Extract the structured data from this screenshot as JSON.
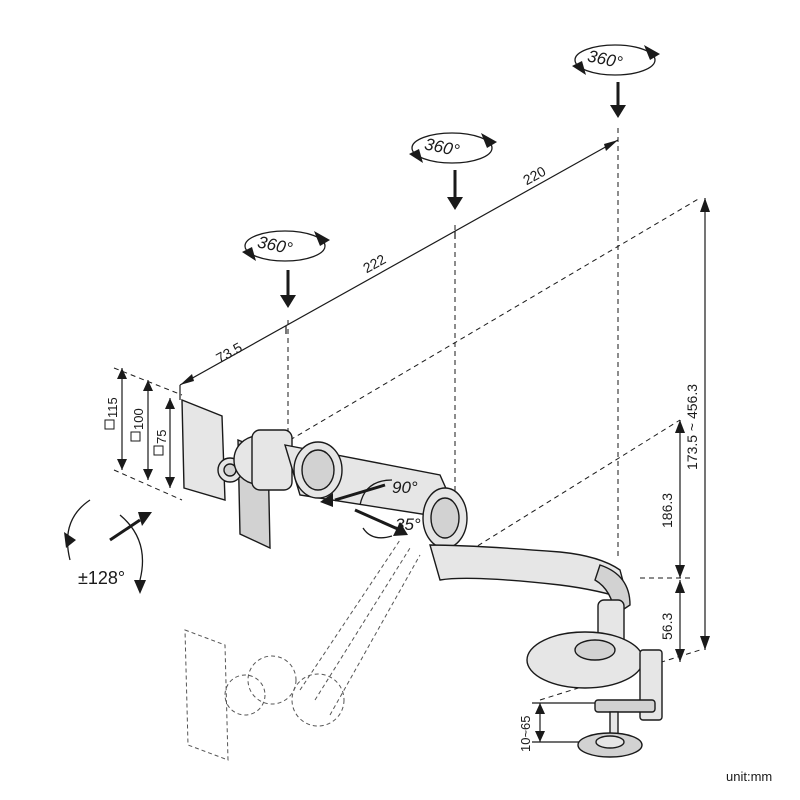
{
  "diagram": {
    "rotations": {
      "joint1": "360°",
      "joint2": "360°",
      "joint3": "360°",
      "tilt": "±128°",
      "swivel_up": "90°",
      "swivel_down": "35°"
    },
    "dimensions": {
      "vesa_offset": "73.5",
      "arm1_length": "222",
      "arm2_length": "220",
      "height_range": "173.5 ~ 456.3",
      "arm_travel": "186.3",
      "pole_height": "56.3",
      "clamp_range": "10~65"
    },
    "vesa": {
      "v115": "115",
      "v100": "100",
      "v75": "75"
    },
    "unit_label": "unit:mm"
  }
}
